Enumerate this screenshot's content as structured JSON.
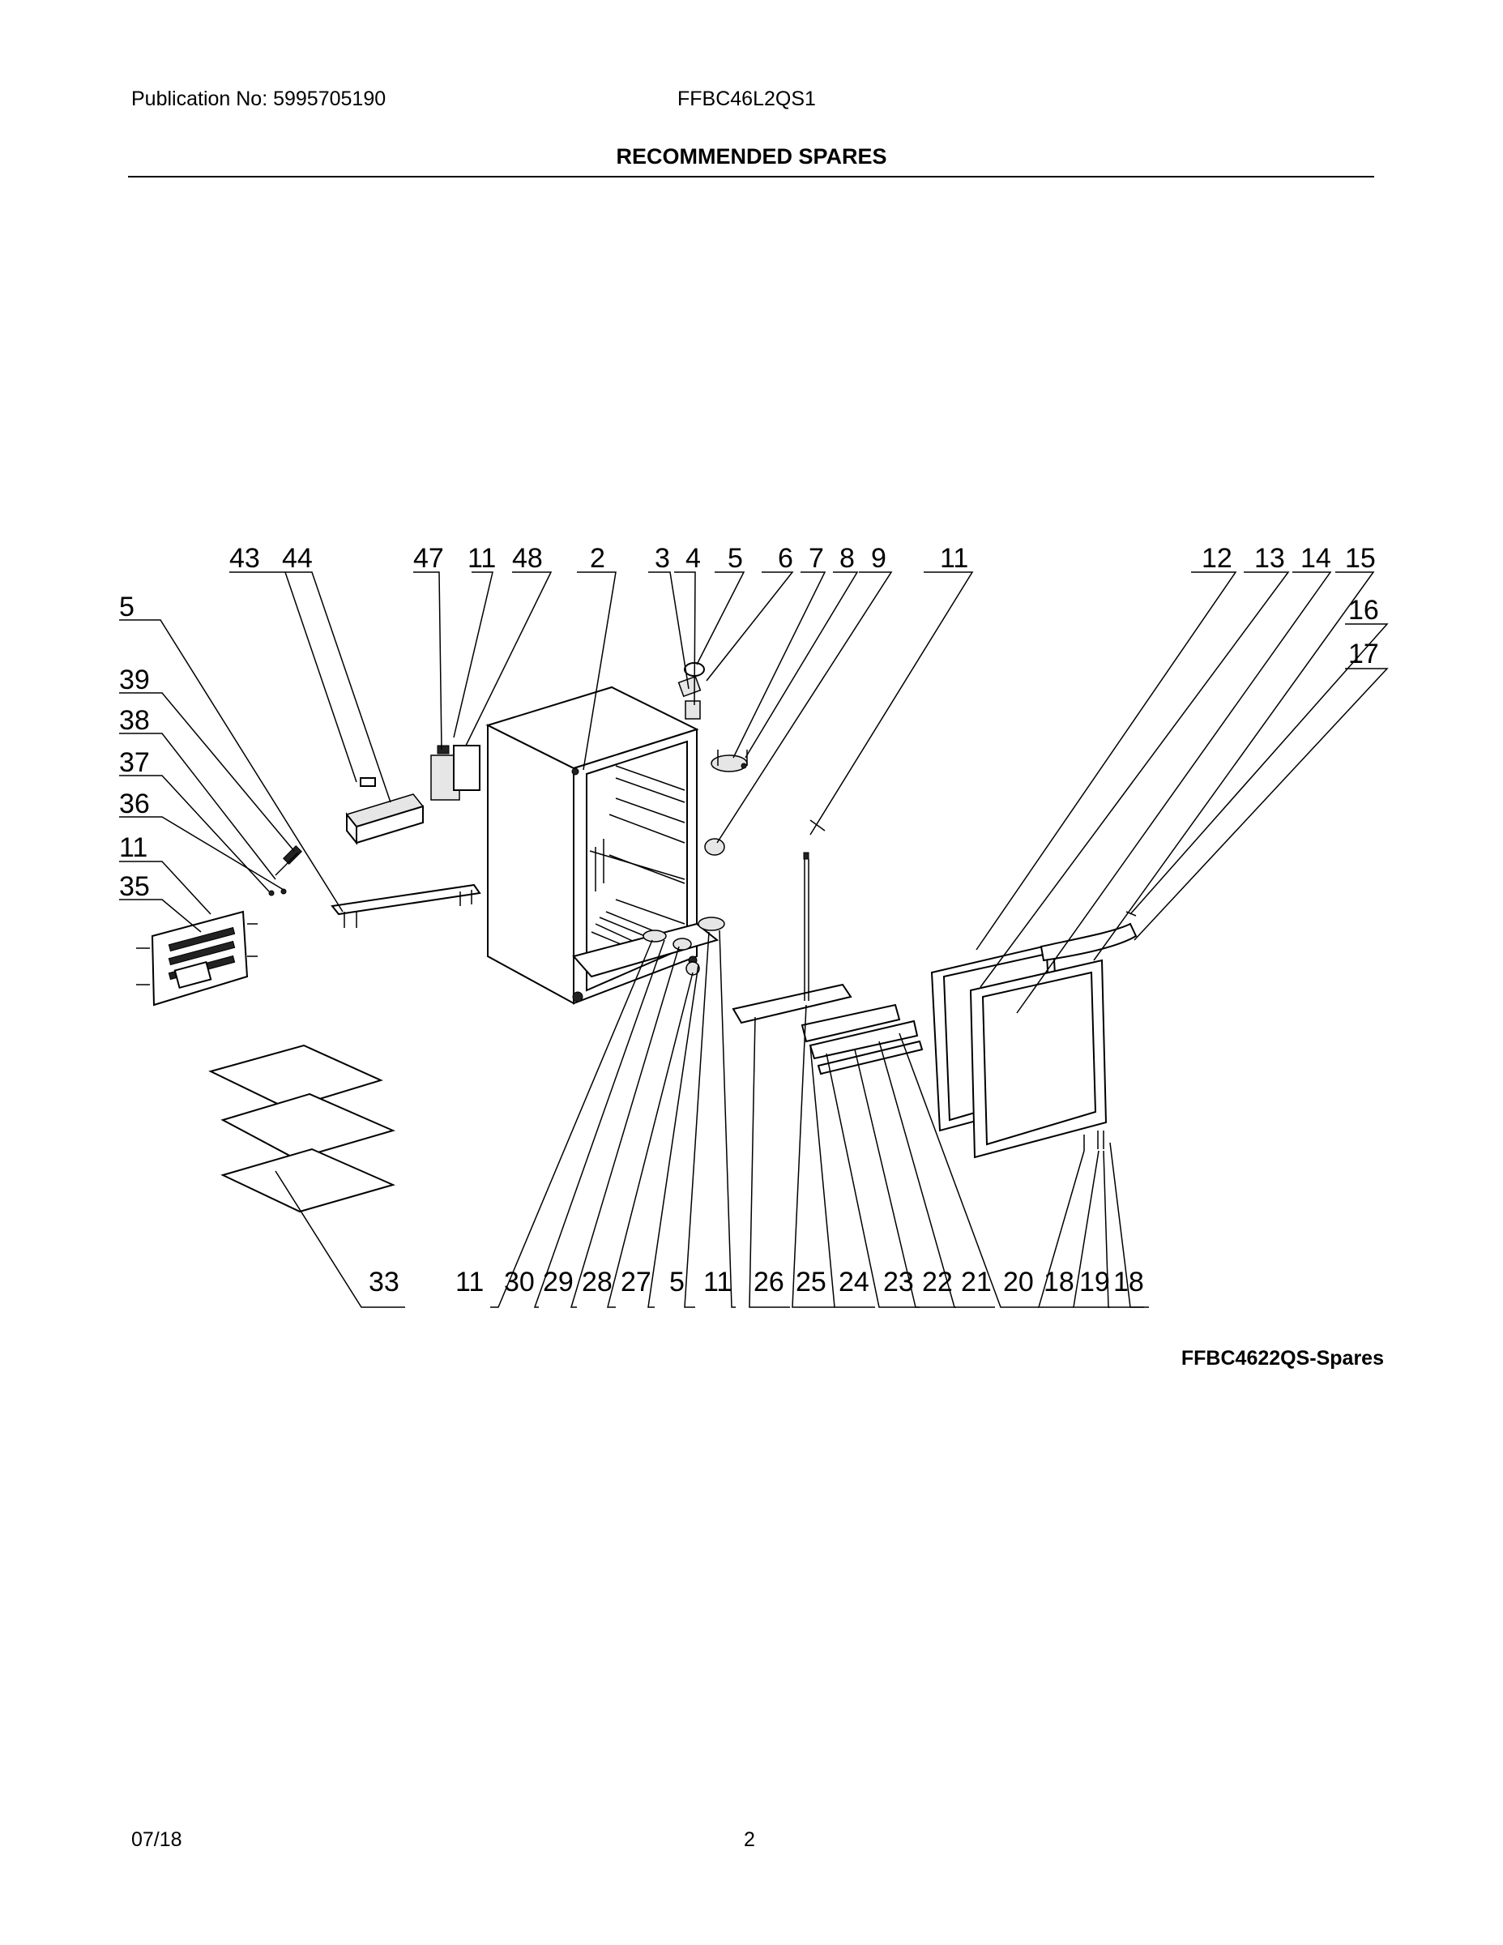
{
  "header": {
    "publication": "Publication No: 5995705190",
    "model": "FFBC46L2QS1",
    "title": "RECOMMENDED SPARES"
  },
  "diagram": {
    "caption": "FFBC4622QS-Spares",
    "top_callouts": [
      "43",
      "44",
      "47",
      "11",
      "48",
      "2",
      "3",
      "4",
      "5",
      "6",
      "7",
      "8",
      "9",
      "11",
      "12",
      "13",
      "14",
      "15"
    ],
    "right_callouts": [
      "16",
      "17"
    ],
    "left_callouts": [
      "5",
      "39",
      "38",
      "37",
      "36",
      "11",
      "35"
    ],
    "bottom_callouts": [
      "33",
      "11",
      "30",
      "29",
      "28",
      "27",
      "5",
      "11",
      "26",
      "25",
      "24",
      "23",
      "22",
      "21",
      "20",
      "18",
      "19",
      "18"
    ]
  },
  "footer": {
    "date": "07/18",
    "page": "2"
  }
}
